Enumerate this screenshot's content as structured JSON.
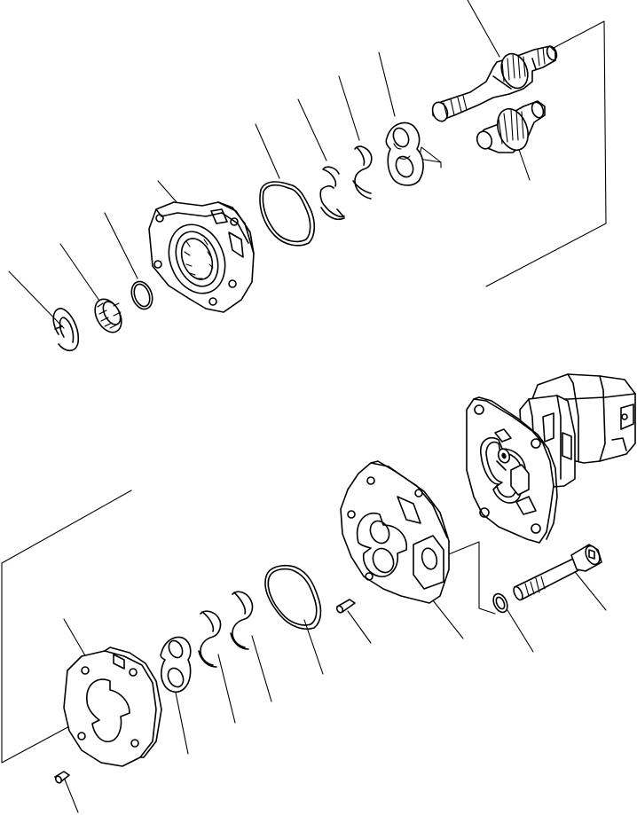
{
  "diagram": {
    "type": "exploded-parts-view",
    "upper_group": [
      "snap-ring",
      "needle-bearing",
      "o-ring-small",
      "front-bearing-housing",
      "gasket",
      "backup-ring",
      "seal-ring",
      "wear-plate",
      "drive-gear-shaft",
      "driven-gear"
    ],
    "lower_group": [
      "dowel-pin",
      "rear-gear-housing",
      "wear-plate",
      "backup-ring",
      "seal-ring",
      "gasket",
      "dowel-pin",
      "center-body",
      "washer",
      "cap-screw",
      "pump-assembly"
    ],
    "line_color": "#000000",
    "background": "#ffffff"
  }
}
